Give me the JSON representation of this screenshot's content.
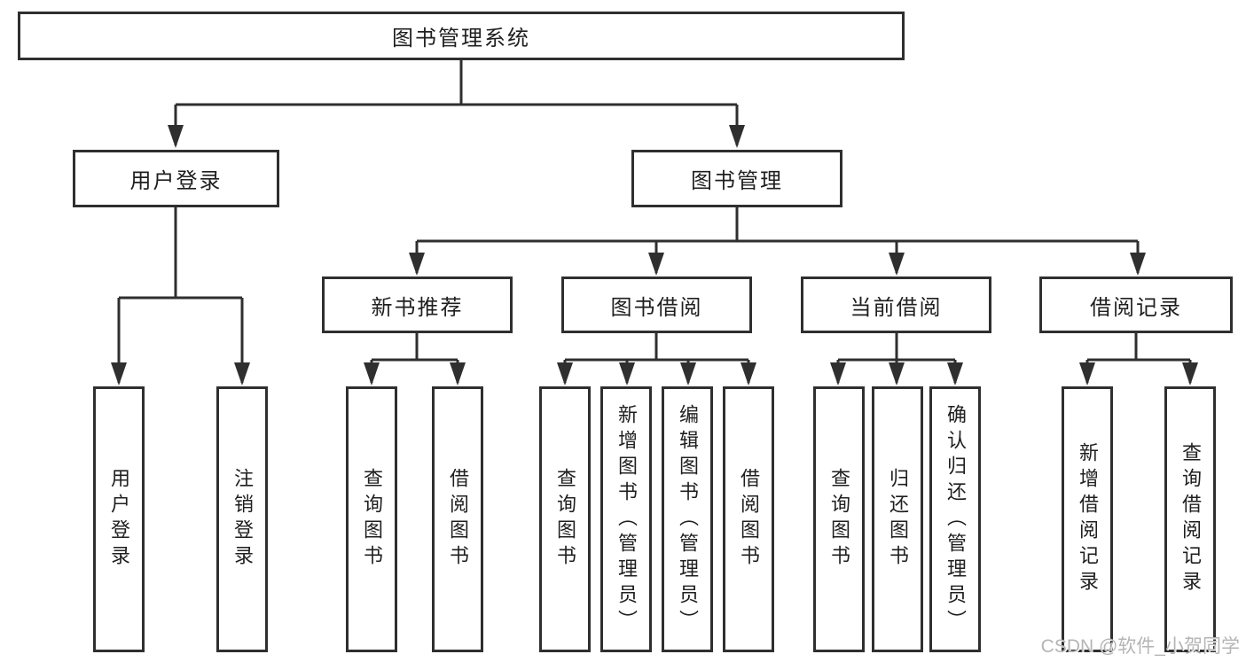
{
  "tree": {
    "root": {
      "label": "图书管理系统"
    },
    "branches": [
      {
        "label": "用户登录",
        "children": [
          {
            "label": "用户登录"
          },
          {
            "label": "注销登录"
          }
        ]
      },
      {
        "label": "图书管理",
        "sections": [
          {
            "label": "新书推荐",
            "children": [
              {
                "label": "查询图书"
              },
              {
                "label": "借阅图书"
              }
            ]
          },
          {
            "label": "图书借阅",
            "children": [
              {
                "label": "查询图书"
              },
              {
                "label": "新增图书（管理员）"
              },
              {
                "label": "编辑图书（管理员）"
              },
              {
                "label": "借阅图书"
              }
            ]
          },
          {
            "label": "当前借阅",
            "children": [
              {
                "label": "查询图书"
              },
              {
                "label": "归还图书"
              },
              {
                "label": "确认归还（管理员）"
              }
            ]
          },
          {
            "label": "借阅记录",
            "children": [
              {
                "label": "新增借阅记录"
              },
              {
                "label": "查询借阅记录"
              }
            ]
          }
        ]
      }
    ]
  },
  "watermark": "CSDN @软件_小贺同学",
  "colors": {
    "line": "#2f2f2f",
    "box_border": "#2f2f2f",
    "text": "#1f1f1f",
    "watermark": "#b5b5b5",
    "background": "#ffffff"
  }
}
